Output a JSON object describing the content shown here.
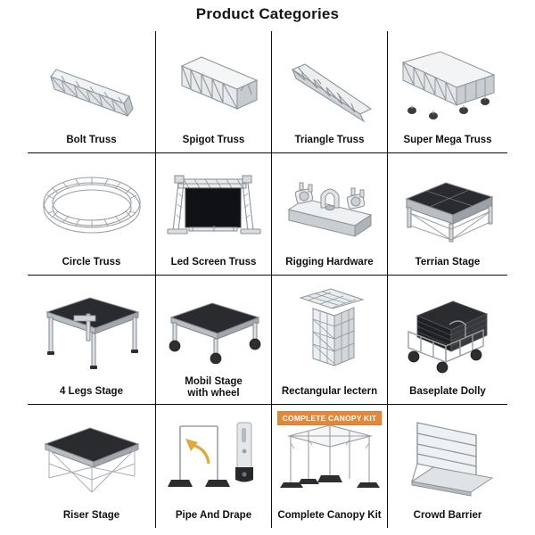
{
  "header": {
    "title": "Product Categories"
  },
  "grid": {
    "columns": 4,
    "rows": 4,
    "cells": [
      {
        "label": "Bolt  Truss",
        "icon": "bolt-truss-image"
      },
      {
        "label": "Spigot Truss",
        "icon": "spigot-truss-image"
      },
      {
        "label": "Triangle Truss",
        "icon": "triangle-truss-image"
      },
      {
        "label": "Super Mega Truss",
        "icon": "super-mega-truss-image"
      },
      {
        "label": "Circle Truss",
        "icon": "circle-truss-image"
      },
      {
        "label": "Led Screen Truss",
        "icon": "led-screen-truss-image"
      },
      {
        "label": "Rigging Hardware",
        "icon": "rigging-hardware-image"
      },
      {
        "label": "Terrian Stage",
        "icon": "terrian-stage-image"
      },
      {
        "label": "4 Legs Stage",
        "icon": "four-legs-stage-image"
      },
      {
        "label": "Mobil Stage\nwith wheel",
        "icon": "mobil-stage-with-wheel-image"
      },
      {
        "label": "Rectangular lectern",
        "icon": "rectangular-lectern-image"
      },
      {
        "label": "Baseplate Dolly",
        "icon": "baseplate-dolly-image"
      },
      {
        "label": "Riser Stage",
        "icon": "riser-stage-image"
      },
      {
        "label": "Pipe And Drape",
        "icon": "pipe-and-drape-image"
      },
      {
        "label": "Complete Canopy Kit",
        "icon": "complete-canopy-kit-image"
      },
      {
        "label": "Crowd Barrier",
        "icon": "crowd-barrier-image"
      }
    ]
  },
  "badges": {
    "canopy_banner": "COMPLETE CANOPY KIT"
  },
  "colors": {
    "banner_orange": "#e4873a",
    "metal_light": "#e6e8ea",
    "metal_mid": "#b9bec3",
    "metal_dark": "#8a9096",
    "deck_black": "#222326",
    "arrow_amber": "#e0a93c",
    "line_black": "#0f0f0f"
  }
}
